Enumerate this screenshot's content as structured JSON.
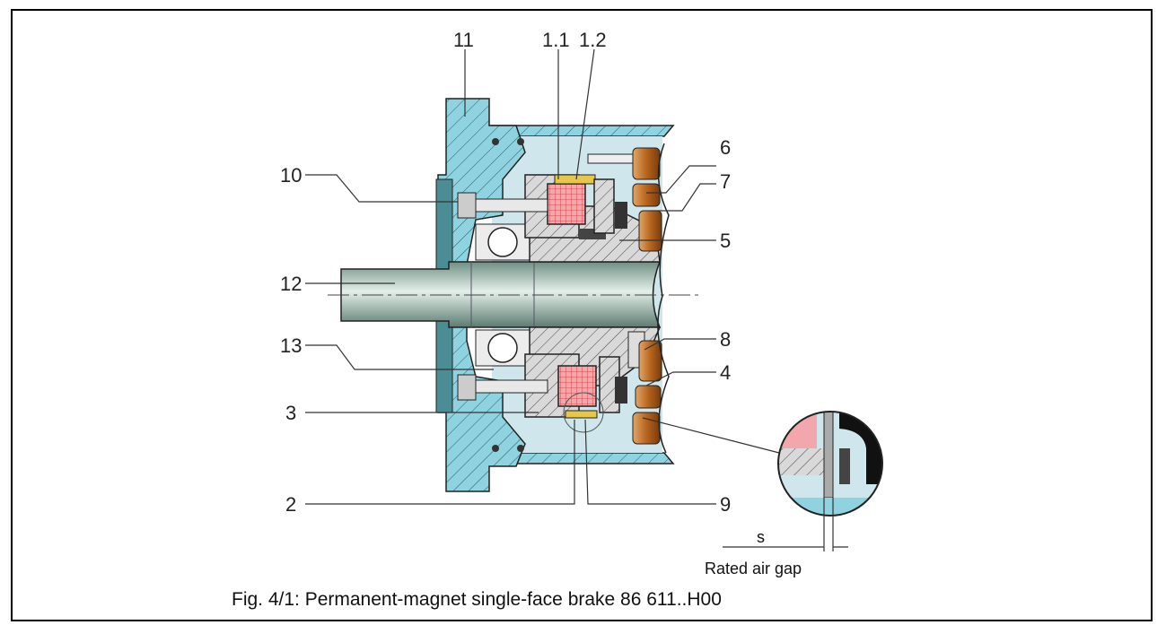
{
  "figure": {
    "caption": "Fig. 4/1: Permanent-magnet single-face brake 86 611..H00",
    "detail_dimension_label": "s",
    "detail_dimension_note": "Rated air gap"
  },
  "part_labels": {
    "p11": "11",
    "p1_1": "1.1",
    "p1_2": "1.2",
    "p10": "10",
    "p6": "6",
    "p7": "7",
    "p5": "5",
    "p12": "12",
    "p8": "8",
    "p13": "13",
    "p4": "4",
    "p3": "3",
    "p2": "2",
    "p9": "9"
  },
  "colors": {
    "housing": "#8fd3e0",
    "steel": "#d9d9d9",
    "shaft": "#9fbfb3",
    "coil": "#f2a7ad",
    "friction": "#b8651e",
    "hatch": "#333333",
    "outline": "#222222"
  }
}
